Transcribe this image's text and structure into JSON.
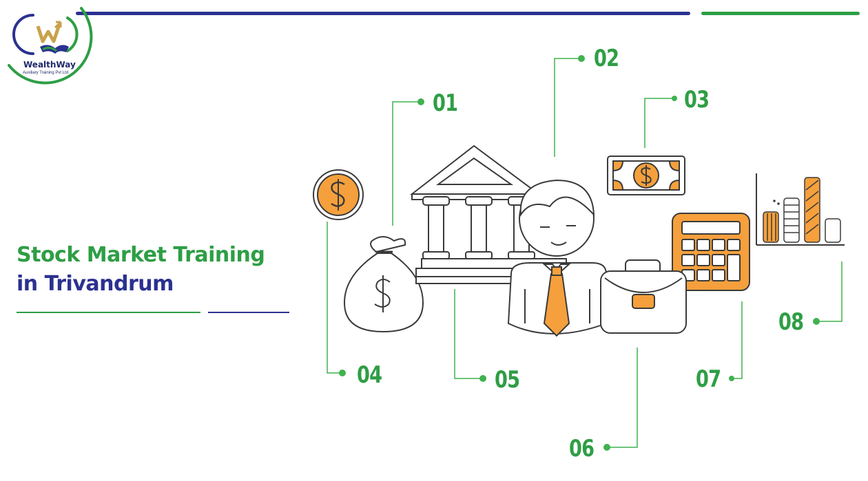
{
  "brand": {
    "name": "WealthWay",
    "tagline": "Auxiliary Training Pvt Ltd"
  },
  "headline": {
    "line1": "Stock Market Training",
    "line2": "in Trivandrum"
  },
  "steps": [
    "01",
    "02",
    "03",
    "04",
    "05",
    "06",
    "07",
    "08"
  ],
  "icons": {
    "bank": "bank-icon",
    "money_bag": "money-bag-icon",
    "coin": "dollar-coin-icon",
    "banknote": "banknote-icon",
    "person": "businessman-icon",
    "briefcase": "briefcase-icon",
    "calculator": "calculator-icon",
    "chart": "bar-chart-icon"
  },
  "colors": {
    "green": "#2e9e45",
    "navy": "#2b3190",
    "orange": "#f5a03c",
    "line_green": "#3fb24f",
    "outline": "#3a3a3a"
  }
}
